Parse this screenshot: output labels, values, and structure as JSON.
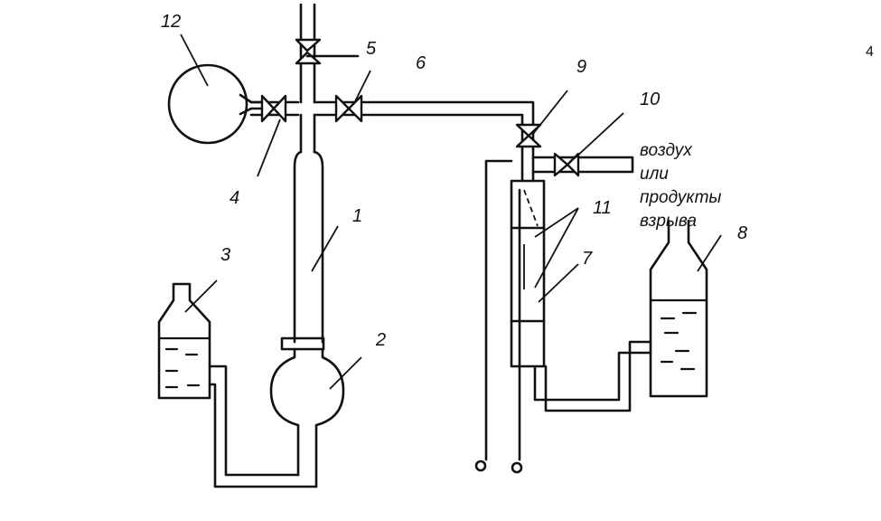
{
  "page_number": "4",
  "labels": {
    "apparatus_1": "1",
    "flask_2": "2",
    "bottle_3": "3",
    "valve_4": "4",
    "valve_5": "5",
    "valve_6": "6",
    "tube_7": "7",
    "bottle_8": "8",
    "valve_9": "9",
    "valve_10": "10",
    "electrodes_11": "11",
    "bulb_12": "12"
  },
  "annotation": {
    "line1": "воздух",
    "line2": "или",
    "line3": "продукты",
    "line4": "взрыва"
  }
}
